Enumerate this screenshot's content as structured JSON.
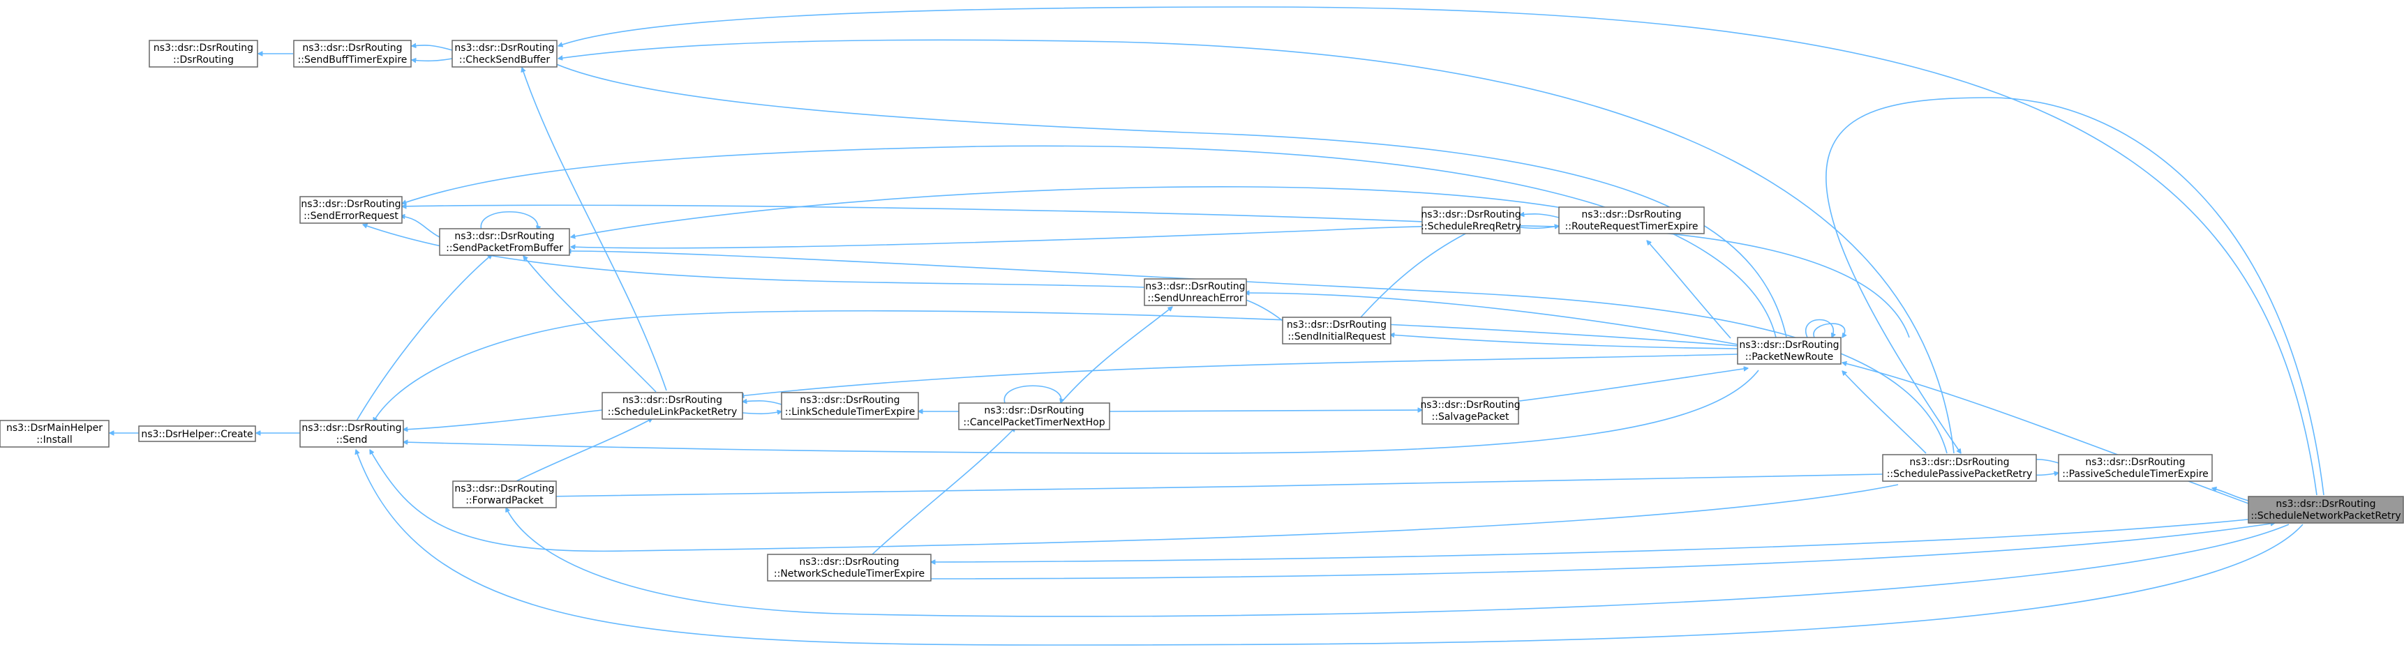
{
  "nodes": {
    "dsrmainhelper_install": {
      "line1": "ns3::DsrMainHelper",
      "line2": "::Install"
    },
    "dsrhelper_create": {
      "line1": "ns3::DsrHelper::Create",
      "line2": ""
    },
    "send": {
      "line1": "ns3::dsr::DsrRouting",
      "line2": "::Send"
    },
    "dsrrouting_ctor": {
      "line1": "ns3::dsr::DsrRouting",
      "line2": "::DsrRouting"
    },
    "sendbufftimerexpire": {
      "line1": "ns3::dsr::DsrRouting",
      "line2": "::SendBuffTimerExpire"
    },
    "checksendbuffer": {
      "line1": "ns3::dsr::DsrRouting",
      "line2": "::CheckSendBuffer"
    },
    "senderrorrequest": {
      "line1": "ns3::dsr::DsrRouting",
      "line2": "::SendErrorRequest"
    },
    "sendpacketfrombuffer": {
      "line1": "ns3::dsr::DsrRouting",
      "line2": "::SendPacketFromBuffer"
    },
    "schedulelinkpacketretry": {
      "line1": "ns3::dsr::DsrRouting",
      "line2": "::ScheduleLinkPacketRetry"
    },
    "forwardpacket": {
      "line1": "ns3::dsr::DsrRouting",
      "line2": "::ForwardPacket"
    },
    "linkscheduletimerexpire": {
      "line1": "ns3::dsr::DsrRouting",
      "line2": "::LinkScheduleTimerExpire"
    },
    "networkscheduletimerexpire": {
      "line1": "ns3::dsr::DsrRouting",
      "line2": "::NetworkScheduleTimerExpire"
    },
    "cancelpackettimernexthop": {
      "line1": "ns3::dsr::DsrRouting",
      "line2": "::CancelPacketTimerNextHop"
    },
    "sendunreacherror": {
      "line1": "ns3::dsr::DsrRouting",
      "line2": "::SendUnreachError"
    },
    "sendinitialrequest": {
      "line1": "ns3::dsr::DsrRouting",
      "line2": "::SendInitialRequest"
    },
    "schedulerreqretry": {
      "line1": "ns3::dsr::DsrRouting",
      "line2": "::ScheduleRreqRetry"
    },
    "salvagepacket": {
      "line1": "ns3::dsr::DsrRouting",
      "line2": "::SalvagePacket"
    },
    "routerequesttimerexpire": {
      "line1": "ns3::dsr::DsrRouting",
      "line2": "::RouteRequestTimerExpire"
    },
    "packetnewroute": {
      "line1": "ns3::dsr::DsrRouting",
      "line2": "::PacketNewRoute"
    },
    "schedulepassivepacketretry": {
      "line1": "ns3::dsr::DsrRouting",
      "line2": "::SchedulePassivePacketRetry"
    },
    "passivescheduletimerexpire": {
      "line1": "ns3::dsr::DsrRouting",
      "line2": "::PassiveScheduleTimerExpire"
    },
    "schedulenetworkpacketretry": {
      "line1": "ns3::dsr::DsrRouting",
      "line2": "::ScheduleNetworkPacketRetry"
    }
  },
  "colors": {
    "edge": "#63b8ff",
    "node_border": "#666666",
    "node_fill": "#ffffff",
    "highlight_fill": "#999999"
  }
}
